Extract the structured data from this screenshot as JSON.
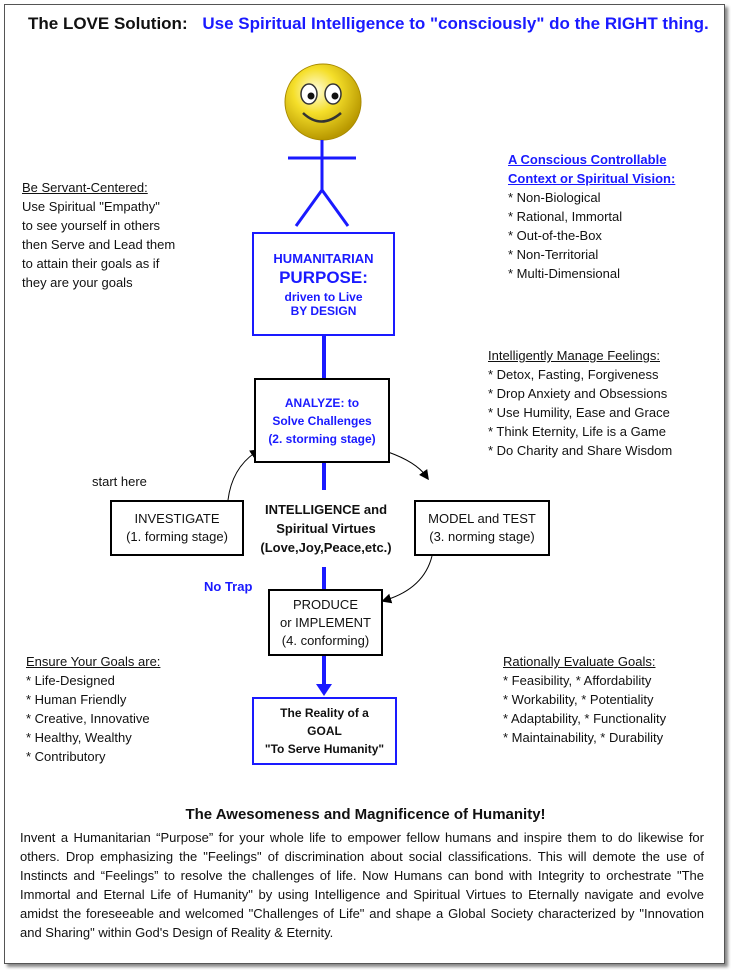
{
  "title": {
    "lead": "The LOVE Solution:",
    "tagline": "Use Spiritual Intelligence to \"consciously\" do the RIGHT thing."
  },
  "servant": {
    "heading": "Be Servant-Centered:",
    "lines": [
      "Use Spiritual \"Empathy\"",
      "to see yourself in others",
      "then Serve and Lead them",
      "to attain their goals as if",
      "they are  your goals"
    ]
  },
  "context": {
    "heading_lines": [
      "A Conscious Controllable",
      "Context or Spiritual Vision:"
    ],
    "items": [
      "* Non-Biological",
      "* Rational, Immortal",
      "* Out-of-the-Box",
      "* Non-Territorial",
      "* Multi-Dimensional"
    ]
  },
  "purpose": {
    "line1": "HUMANITARIAN",
    "line2": "PURPOSE:",
    "line3": "driven to Live",
    "line4": "BY DESIGN"
  },
  "feelings": {
    "heading": "Intelligently Manage Feelings:",
    "items": [
      "* Detox, Fasting, Forgiveness",
      "* Drop Anxiety and Obsessions",
      "* Use Humility, Ease and Grace",
      "* Think Eternity, Life is a Game",
      "* Do Charity and Share Wisdom"
    ]
  },
  "analyze": {
    "line1": "ANALYZE: to",
    "line2": "Solve Challenges",
    "line3": "(2. storming stage)"
  },
  "start_here": "start here",
  "investigate": {
    "line1": "INVESTIGATE",
    "line2": "(1. forming stage)"
  },
  "center": {
    "line1": "INTELLIGENCE and",
    "line2": "Spiritual Virtues",
    "line3": "(Love,Joy,Peace,etc.)"
  },
  "model": {
    "line1": "MODEL and TEST",
    "line2": "(3. norming stage)"
  },
  "no_trap": "No Trap",
  "produce": {
    "line1": "PRODUCE",
    "line2": "or IMPLEMENT",
    "line3": "(4. conforming)"
  },
  "goals": {
    "heading": "Ensure Your Goals are:",
    "items": [
      "* Life-Designed",
      "* Human Friendly",
      "* Creative, Innovative",
      "* Healthy, Wealthy",
      "* Contributory"
    ]
  },
  "evaluate": {
    "heading": "Rationally Evaluate Goals:",
    "items": [
      "* Feasibility, * Affordability",
      "* Workability, * Potentiality",
      "* Adaptability, * Functionality",
      "* Maintainability, * Durability"
    ]
  },
  "reality": {
    "line1": "The Reality of a",
    "line2": "GOAL",
    "line3": "\"To Serve Humanity\""
  },
  "footer": {
    "heading": "The Awesomeness and Magnificence of Humanity!",
    "paragraph": "Invent a Humanitarian “Purpose” for your whole life to empower fellow humans and inspire them to do likewise for others. Drop emphasizing the \"Feelings\" of discrimination about social classifications. This will demote the use of Instincts and “Feelings” to resolve the challenges of life.  Now Humans can bond with Integrity to orchestrate \"The Immortal and Eternal Life of Humanity\" by using Intelligence and Spiritual Virtues to Eternally navigate and evolve amidst the foreseeable and welcomed \"Challenges of Life\" and shape a Global Society characterized by \"Innovation and Sharing\" within God's Design of Reality & Eternity."
  },
  "colors": {
    "accent": "#1a1aff",
    "face": "#f2d600"
  }
}
